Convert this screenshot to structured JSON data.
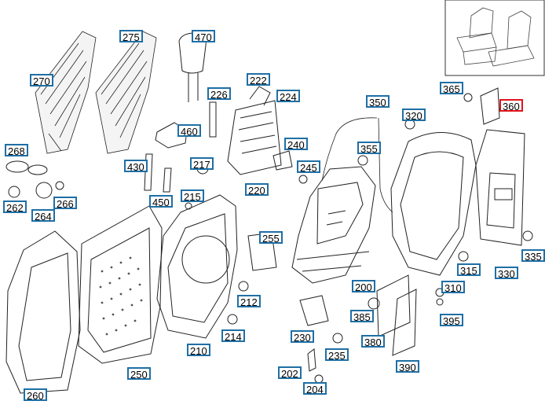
{
  "colors": {
    "label_border": "#1f6fa5",
    "selected_border": "#e0141b",
    "line": "#222222"
  },
  "labels": {
    "l270": "270",
    "l275": "275",
    "l470": "470",
    "l226": "226",
    "l222": "222",
    "l224": "224",
    "l350": "350",
    "l365": "365",
    "l360": "360",
    "l320": "320",
    "l460": "460",
    "l268": "268",
    "l430": "430",
    "l217": "217",
    "l240": "240",
    "l355": "355",
    "l245": "245",
    "l262": "262",
    "l264": "264",
    "l266": "266",
    "l450": "450",
    "l215": "215",
    "l220": "220",
    "l255": "255",
    "l335": "335",
    "l315": "315",
    "l330": "330",
    "l200": "200",
    "l310": "310",
    "l212": "212",
    "l385": "385",
    "l395": "395",
    "l214": "214",
    "l380": "380",
    "l230": "230",
    "l235": "235",
    "l210": "210",
    "l390": "390",
    "l250": "250",
    "l202": "202",
    "l204": "204",
    "l260": "260"
  },
  "selected": "360"
}
